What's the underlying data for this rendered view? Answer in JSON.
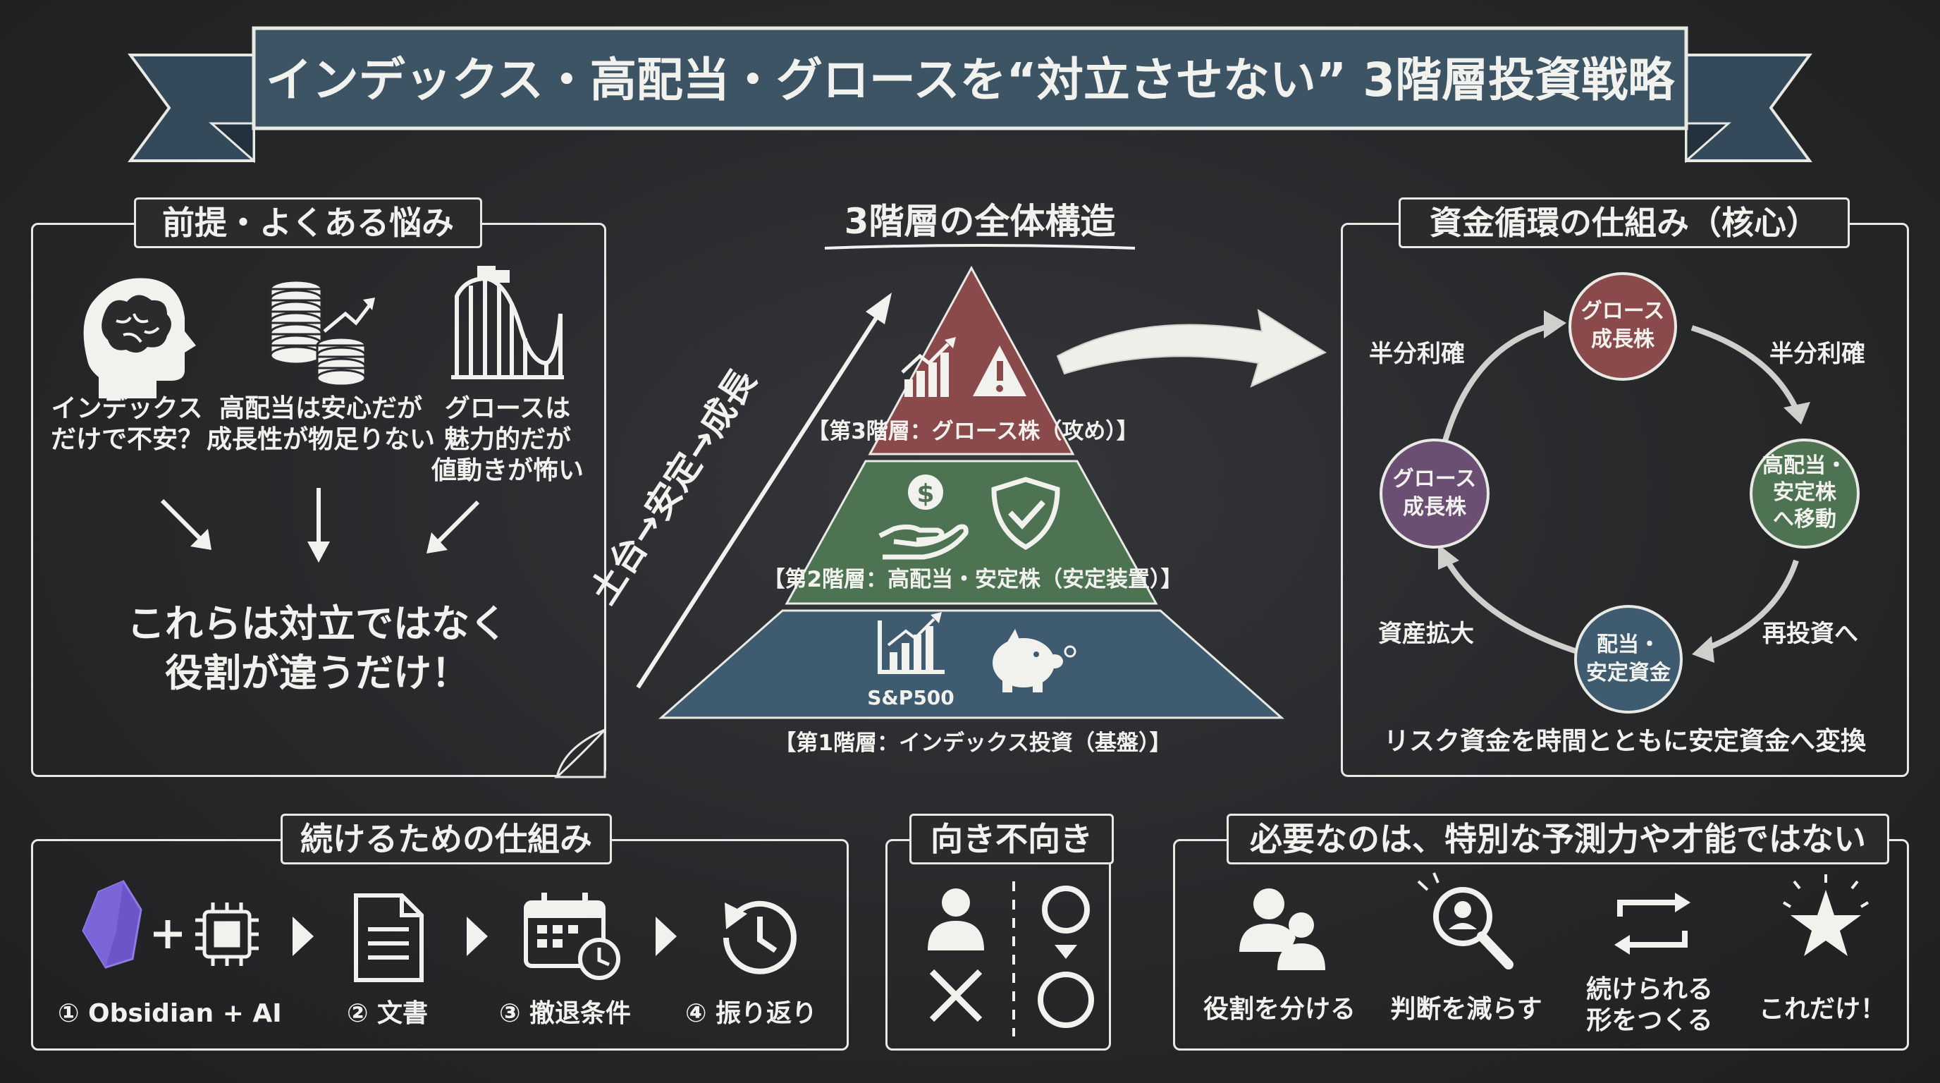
{
  "banner": {
    "title": "インデックス・高配当・グロースを“対立させない” 3階層投資戦略"
  },
  "premise": {
    "title": "前提・よくある悩み",
    "items": [
      {
        "icon": "brain-head-icon",
        "line1": "インデックス",
        "line2": "だけで不安？"
      },
      {
        "icon": "coin-stack-icon",
        "line1": "高配当は安心だが",
        "line2": "成長性が物足りない"
      },
      {
        "icon": "roller-coaster-icon",
        "line1": "グロースは",
        "line2": "魅力的だが",
        "line3": "値動きが怖い"
      }
    ],
    "conclusion1": "これらは対立ではなく",
    "conclusion2": "役割が違うだけ！"
  },
  "structure": {
    "title": "3階層の全体構造",
    "side_label": "土台→安定→成長",
    "tier3": "【第3階層：グロース株（攻め）】",
    "tier2": "【第2階層：高配当・安定株（安定装置）】",
    "tier1_badge": "S&P500",
    "tier1": "【第1階層：インデックス投資（基盤）】",
    "colors": {
      "tier3": "#8a4a4b",
      "tier2": "#4d7352",
      "tier1": "#3e5b6f"
    }
  },
  "cycle": {
    "title": "資金循環の仕組み（核心）",
    "node_top": [
      "グロース",
      "成長株"
    ],
    "node_right": [
      "高配当・",
      "安定株",
      "へ移動"
    ],
    "node_bottom": [
      "配当・",
      "安定資金"
    ],
    "node_left": [
      "グロース",
      "成長株"
    ],
    "label_top_left": "半分利確",
    "label_top_right": "半分利確",
    "label_bottom_right": "再投資へ",
    "label_bottom_left": "資産拡大",
    "footer": "リスク資金を時間とともに安定資金へ変換"
  },
  "continue": {
    "title": "続けるための仕組み",
    "steps": [
      {
        "label": "① Obsidian + AI"
      },
      {
        "label": "② 文書"
      },
      {
        "label": "③ 撤退条件"
      },
      {
        "label": "④ 振り返り"
      }
    ],
    "plus": "+"
  },
  "fit": {
    "title": "向き不向き"
  },
  "need": {
    "title": "必要なのは、特別な予測力や才能ではない",
    "items": [
      {
        "line1": "役割を分ける"
      },
      {
        "line1": "判断を減らす"
      },
      {
        "line1": "続けられる",
        "line2": "形をつくる"
      },
      {
        "line1": "これだけ！"
      }
    ]
  }
}
